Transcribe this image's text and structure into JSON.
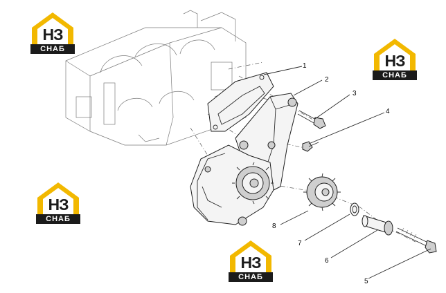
{
  "callouts": [
    {
      "id": "1",
      "label": "1"
    },
    {
      "id": "2",
      "label": "2"
    },
    {
      "id": "3",
      "label": "3"
    },
    {
      "id": "4",
      "label": "4"
    },
    {
      "id": "5",
      "label": "5"
    },
    {
      "id": "6",
      "label": "6"
    },
    {
      "id": "7",
      "label": "7"
    },
    {
      "id": "8",
      "label": "8"
    }
  ],
  "watermark": {
    "mark": "НЗ",
    "word": "СНАБ",
    "colors": {
      "gold": "#f2b800",
      "dark": "#1b1b1b"
    }
  }
}
